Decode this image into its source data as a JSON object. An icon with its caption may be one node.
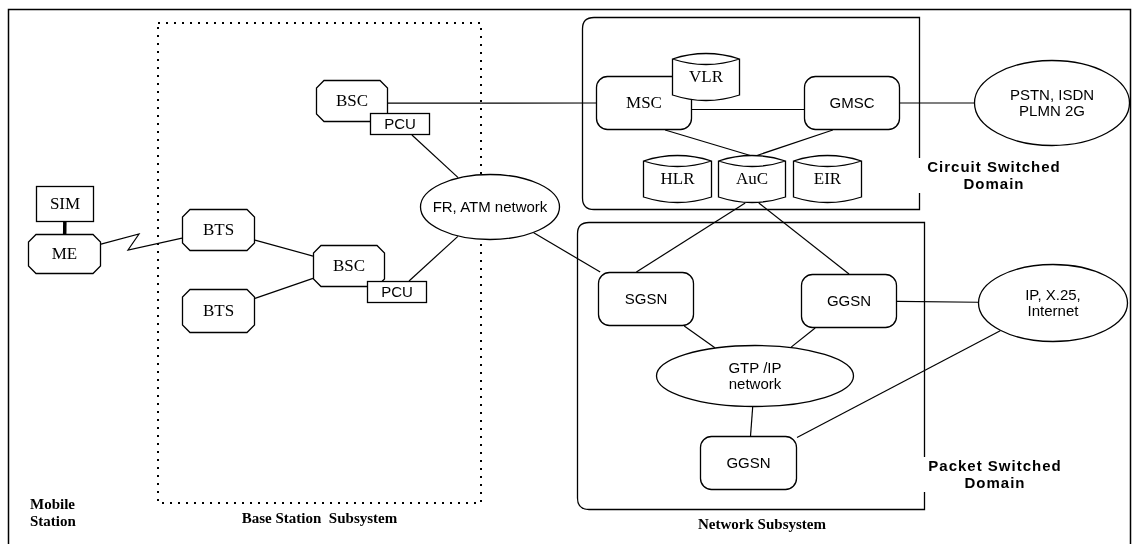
{
  "diagram": {
    "nodes": [
      {
        "text": [
          "Base Station  Subsystem"
        ]
      },
      {
        "text": [
          "Circuit Switched Domain"
        ]
      },
      {
        "text": [
          "Packet Switched Domain"
        ]
      },
      {
        "text": [
          "SIM"
        ]
      },
      {
        "text": [
          "ME"
        ]
      },
      {
        "text": [
          "BTS"
        ],
        "in": 0
      },
      {
        "text": [
          "BTS"
        ],
        "in": 0
      },
      {
        "text": [
          "BSC"
        ],
        "in": 0
      },
      {
        "text": [
          "PCU"
        ],
        "in": 0
      },
      {
        "text": [
          "BSC"
        ],
        "in": 0
      },
      {
        "text": [
          "PCU"
        ],
        "in": 0
      },
      {
        "text": [
          "FR, ATM network"
        ]
      },
      {
        "text": [
          "MSC"
        ],
        "in": 1
      },
      {
        "text": [
          "VLR"
        ],
        "in": 1
      },
      {
        "text": [
          "GMSC"
        ],
        "in": 1
      },
      {
        "text": [
          "HLR"
        ],
        "in": 1
      },
      {
        "text": [
          "AuC"
        ],
        "in": 1
      },
      {
        "text": [
          "EIR"
        ],
        "in": 1
      },
      {
        "text": [
          "PSTN, ISDN PLMN 2G"
        ]
      },
      {
        "text": [
          "SGSN"
        ],
        "in": 2
      },
      {
        "text": [
          "GGSN"
        ],
        "in": 2
      },
      {
        "text": [
          "IP, X.25, Internet"
        ]
      },
      {
        "text": [
          "GTP /IP network"
        ],
        "in": 2
      },
      {
        "text": [
          "GGSN"
        ],
        "in": 2
      }
    ],
    "edges": [
      {
        "from": 3,
        "to": 4,
        "arrow": "none",
        "style": "thick"
      },
      {
        "from": 4,
        "to": 5,
        "arrow": "none"
      },
      {
        "from": 5,
        "to": 9,
        "arrow": "none"
      },
      {
        "from": 6,
        "to": 9,
        "arrow": "none"
      },
      {
        "from": 7,
        "to": 12,
        "arrow": "none"
      },
      {
        "from": 8,
        "to": 11,
        "arrow": "none"
      },
      {
        "from": 10,
        "to": 11,
        "arrow": "none"
      },
      {
        "from": 11,
        "to": 19,
        "arrow": "none"
      },
      {
        "from": 12,
        "to": 14,
        "arrow": "none"
      },
      {
        "from": 12,
        "to": 16,
        "arrow": "none"
      },
      {
        "from": 14,
        "to": 16,
        "arrow": "none"
      },
      {
        "from": 14,
        "to": 18,
        "arrow": "none"
      },
      {
        "from": 16,
        "to": 19,
        "arrow": "none"
      },
      {
        "from": 16,
        "to": 20,
        "arrow": "none"
      },
      {
        "from": 20,
        "to": 21,
        "arrow": "none"
      },
      {
        "from": 19,
        "to": 22,
        "arrow": "none"
      },
      {
        "from": 20,
        "to": 22,
        "arrow": "none"
      },
      {
        "from": 22,
        "to": 23,
        "arrow": "none"
      },
      {
        "from": 23,
        "to": 21,
        "arrow": "none"
      }
    ],
    "labels": [
      "Mobile Station",
      "Network Subsystem"
    ]
  }
}
